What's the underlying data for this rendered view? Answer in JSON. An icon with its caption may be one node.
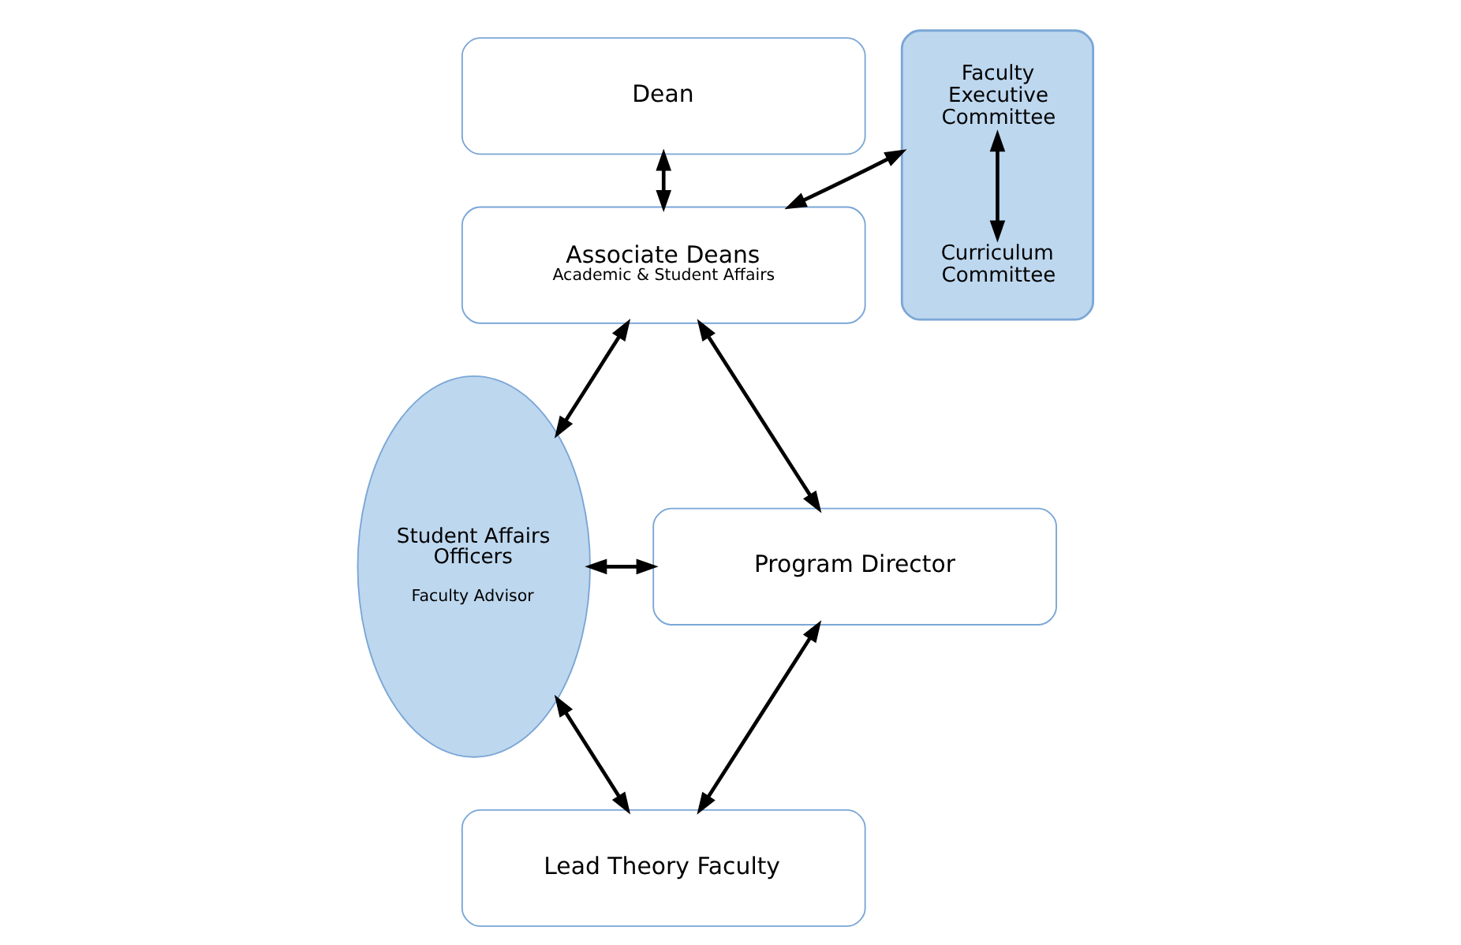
{
  "diagram": {
    "nodes": [
      {
        "text": [
          "Dean"
        ]
      },
      {
        "text": [
          "Associate Deans",
          "Academic & Student Affairs"
        ]
      },
      {
        "text": [
          "Program Director"
        ]
      },
      {
        "text": [
          "Lead Theory Faculty"
        ]
      },
      {
        "text": [
          "Student Affairs Officers",
          "Faculty Advisor"
        ]
      },
      {
        "text": [],
        "shape": "ellipse"
      },
      {
        "text": [
          "Faculty Executive Committee"
        ],
        "in": 5
      },
      {
        "text": [
          "Curriculum Committee"
        ],
        "in": 5
      }
    ],
    "edges": [
      {
        "from": 0,
        "to": 1,
        "arrow": "both"
      },
      {
        "from": 4,
        "to": 1,
        "arrow": "both"
      },
      {
        "from": 1,
        "to": 5,
        "arrow": "both"
      },
      {
        "from": 1,
        "to": 2,
        "arrow": "both"
      },
      {
        "from": 4,
        "to": 2,
        "arrow": "both"
      },
      {
        "from": 6,
        "to": 7,
        "arrow": "both"
      },
      {
        "from": 2,
        "to": 3,
        "arrow": "both"
      },
      {
        "from": 4,
        "to": 3,
        "arrow": "both"
      }
    ]
  }
}
